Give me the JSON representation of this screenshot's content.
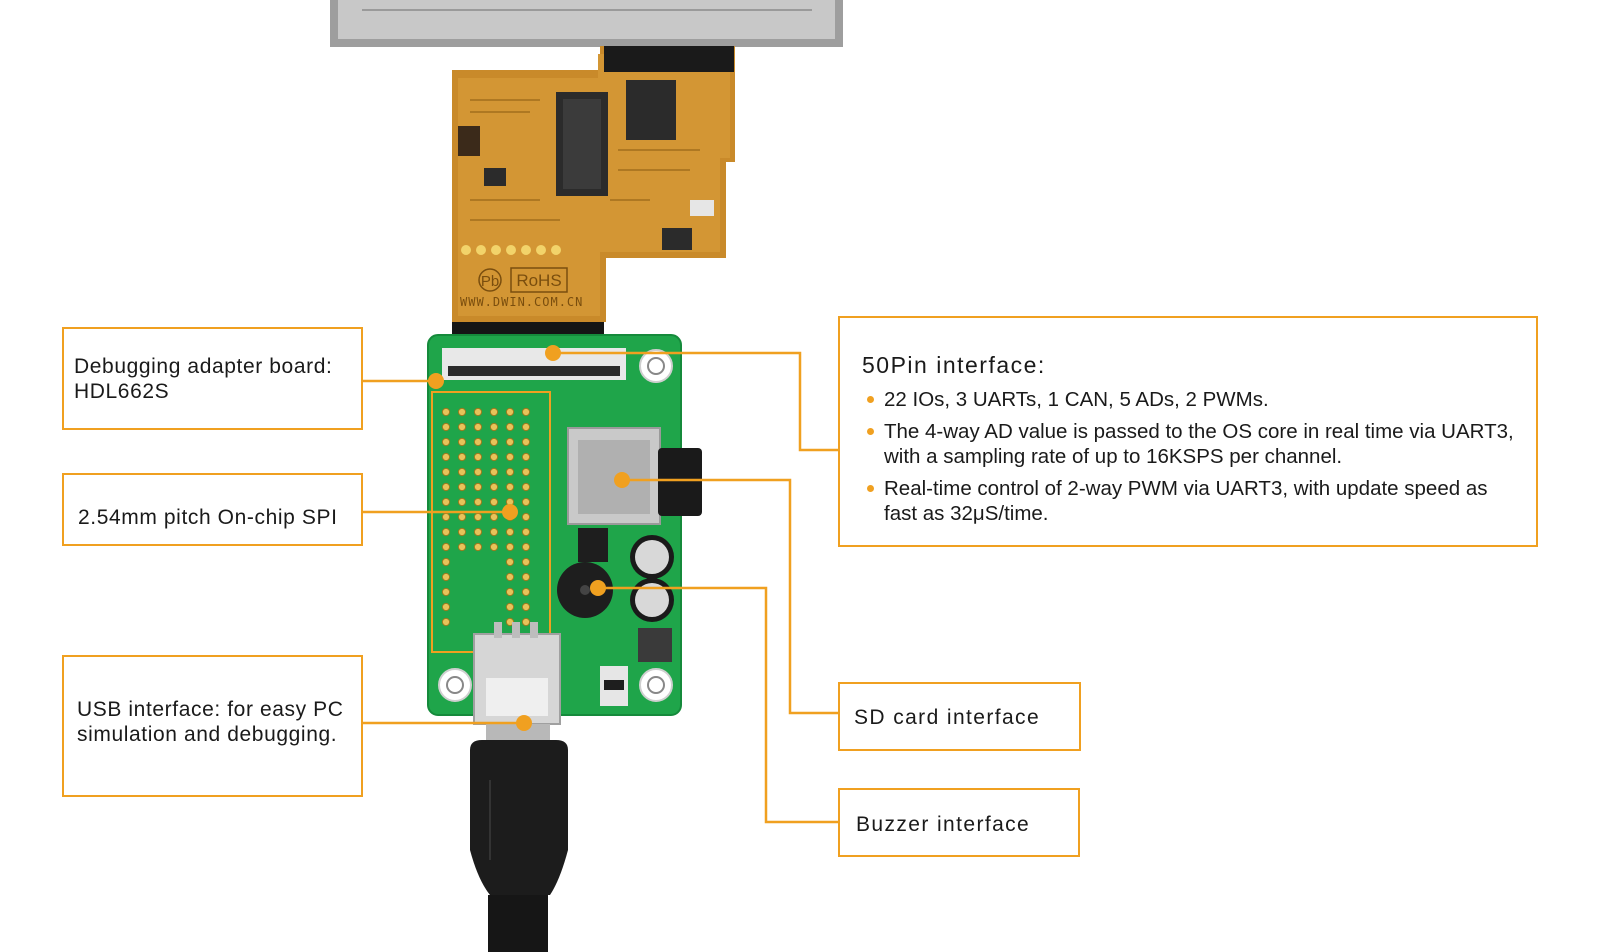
{
  "fpc": {
    "rohs_mark": "RoHS",
    "pb_mark": "Pb",
    "website": "WWW.DWIN.COM.CN"
  },
  "callouts": {
    "debug_board": {
      "line1": "Debugging adapter board:",
      "line2": "HDL662S"
    },
    "spi": {
      "text": "2.54mm pitch On-chip SPI"
    },
    "usb": {
      "line1": "USB interface:  for easy PC",
      "line2": "simulation and debugging."
    },
    "pin50": {
      "title": "50Pin interface:",
      "bullets": [
        "22 IOs, 3 UARTs, 1 CAN, 5 ADs, 2 PWMs.",
        "The 4-way AD value is passed to the OS core in real time via UART3, with a sampling rate of up to 16KSPS per channel.",
        "Real-time control of 2-way PWM via UART3, with update speed as fast as 32μS/time."
      ]
    },
    "sd": {
      "text": "SD card interface"
    },
    "buzzer": {
      "text": "Buzzer interface"
    }
  },
  "colors": {
    "accent": "#f0a020",
    "pcb_green": "#1fa54a",
    "fpc_orange": "#c98a2a",
    "display_gray": "#bdbdbd"
  }
}
